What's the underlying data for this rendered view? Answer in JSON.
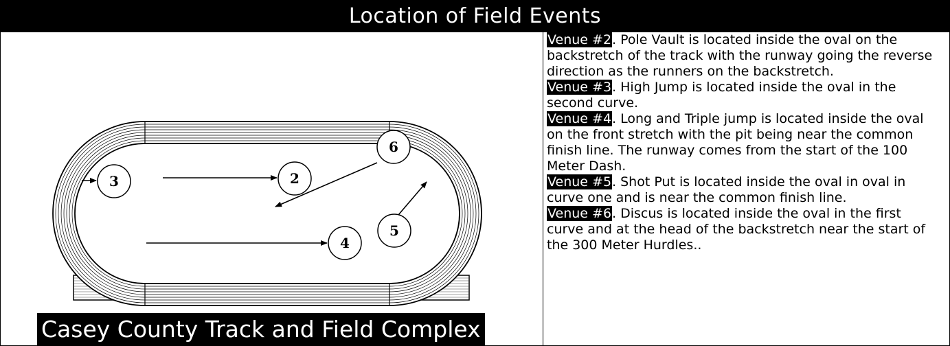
{
  "title": "Location of Field Events",
  "caption": "Casey County Track and Field Complex",
  "markers": [
    {
      "label": "2"
    },
    {
      "label": "3"
    },
    {
      "label": "4"
    },
    {
      "label": "5"
    },
    {
      "label": "6"
    }
  ],
  "venues": [
    {
      "tag": "Venue #2",
      "text": ".  Pole Vault is located inside the oval on the backstretch of the track with the runway going the reverse direction as the runners on the backstretch."
    },
    {
      "tag": "Venue #3",
      "text": ".  High Jump is located inside the oval in the second curve."
    },
    {
      "tag": "Venue #4",
      "text": ".  Long and Triple jump is located  inside the oval on the front stretch with the pit being near the common finish line. The runway comes from the start of the 100 Meter Dash."
    },
    {
      "tag": "Venue #5",
      "text": ".  Shot Put is located inside the oval in oval in curve one and is near the common finish line."
    },
    {
      "tag": "Venue #6",
      "text": ".  Discus is located inside the oval in the first curve and at the head of the backstretch near the start of the 300 Meter Hurdles.."
    }
  ]
}
